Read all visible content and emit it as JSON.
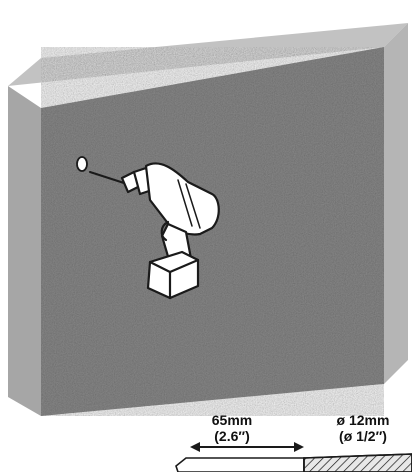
{
  "instruction": {
    "depth_label": "65mm",
    "depth_label_imperial": "(2.6″)",
    "diameter_label": "ø 12mm",
    "diameter_label_imperial": "(ø 1/2″)"
  },
  "colors": {
    "wall_face": "#8d8d8d",
    "wall_side": "#a6a6a6",
    "wall_top": "#c2c2c2",
    "ink": "#1a1a1a"
  },
  "icons": [
    "drill-icon",
    "drill-bit-icon",
    "hole-icon",
    "dimension-arrow-icon"
  ]
}
